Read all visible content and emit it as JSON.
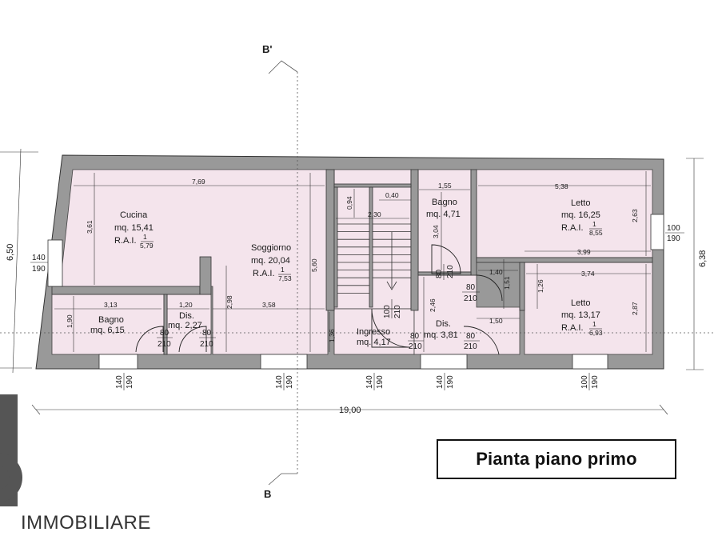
{
  "title": "Pianta piano primo",
  "brand": "IMMOBILIARE",
  "section": {
    "top": "B'",
    "bottom": "B"
  },
  "rooms": [
    {
      "id": "cucina",
      "name": "Cucina",
      "area": "mq. 15,41",
      "rai": "R.A.I.",
      "num": "1",
      "den": "5,79"
    },
    {
      "id": "soggiorno",
      "name": "Soggiorno",
      "area": "mq. 20,04",
      "rai": "R.A.I.",
      "num": "1",
      "den": "7,53"
    },
    {
      "id": "bagno1",
      "name": "Bagno",
      "area": "mq. 4,71"
    },
    {
      "id": "letto1",
      "name": "Letto",
      "area": "mq. 16,25",
      "rai": "R.A.I.",
      "num": "1",
      "den": "8,55"
    },
    {
      "id": "letto2",
      "name": "Letto",
      "area": "mq. 13,17",
      "rai": "R.A.I.",
      "num": "1",
      "den": "6,93"
    },
    {
      "id": "bagno2",
      "name": "Bagno",
      "area": "mq. 6,15"
    },
    {
      "id": "dis1",
      "name": "Dis.",
      "area": "mq. 2,27"
    },
    {
      "id": "ingresso",
      "name": "Ingresso",
      "area": "mq. 4,17"
    },
    {
      "id": "dis2",
      "name": "Dis.",
      "area": "mq. 3,81"
    }
  ],
  "dimensions": {
    "overall_width": "19,00",
    "overall_left": "6,50",
    "overall_right": "6,38",
    "d_769": "7,69",
    "d_361": "3,61",
    "d_560": "5,60",
    "d_298": "2,98",
    "d_358": "3,58",
    "d_313": "3,13",
    "d_120": "1,20",
    "d_190": "1,90",
    "d_136": "1,36",
    "d_094": "0,94",
    "d_040": "0,40",
    "d_230": "2,30",
    "d_155": "1,55",
    "d_304": "3,04",
    "d_246": "2,46",
    "d_538": "5,38",
    "d_263": "2,63",
    "d_399": "3,99",
    "d_140": "1,40",
    "d_151": "1,51",
    "d_374": "3,74",
    "d_126": "1,26",
    "d_150": "1,50",
    "d_287": "2,87"
  },
  "openings": {
    "win_w": "140",
    "win_h": "190",
    "win_r_w": "100",
    "win_r_h": "190",
    "door_w": "80",
    "door_h": "210",
    "door_main_w": "100",
    "door_main_h": "210"
  },
  "colors": {
    "wall": "#999999",
    "room": "#f4e4ec",
    "line": "#222222"
  }
}
